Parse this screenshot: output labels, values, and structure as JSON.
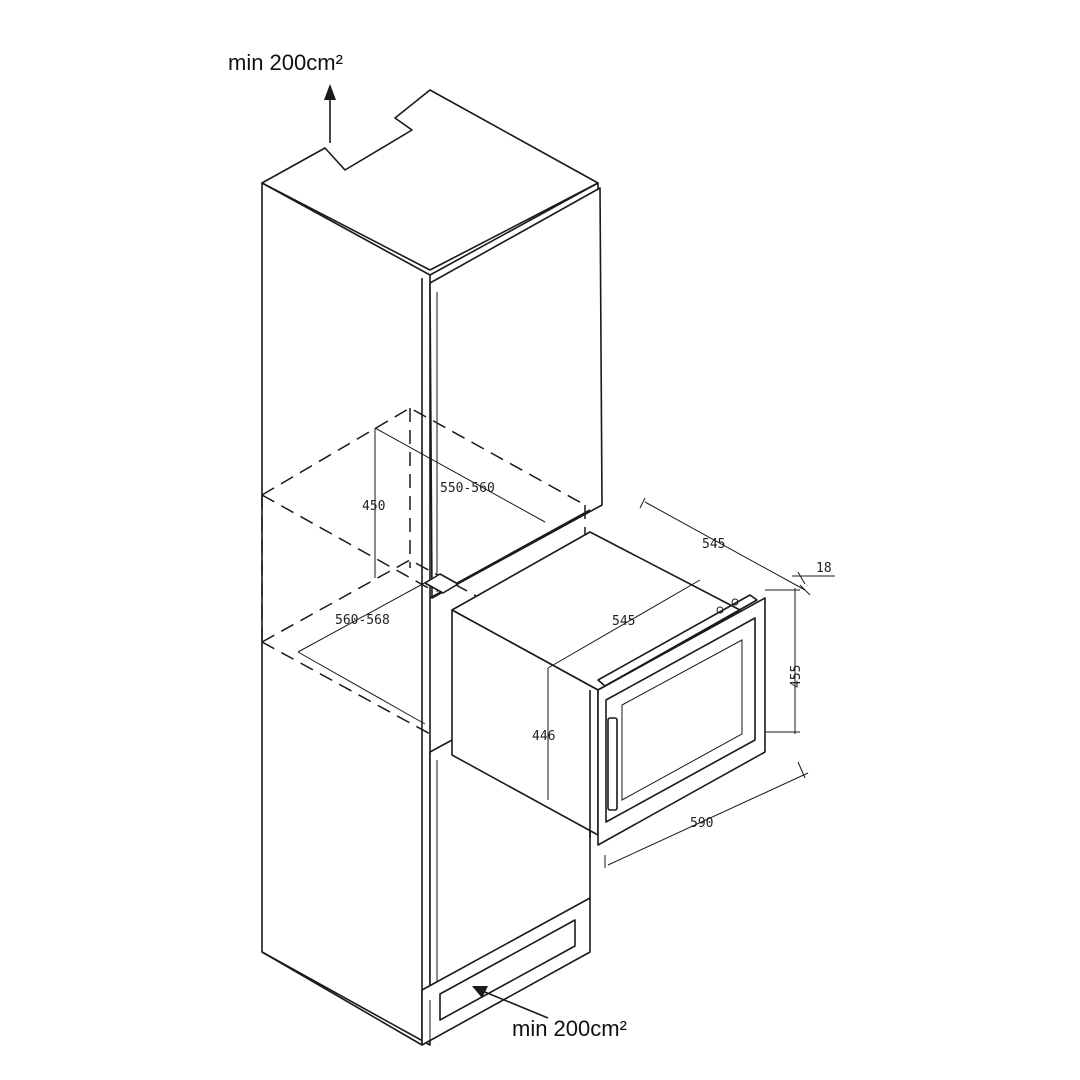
{
  "ventilation": {
    "top_label": "min 200cm²",
    "bottom_label": "min 200cm²"
  },
  "dimensions": {
    "niche_height": "450",
    "niche_width": "550-560",
    "niche_depth": "560-568",
    "unit_depth_top": "545",
    "unit_depth_side": "545",
    "door_thickness": "18",
    "front_height": "455",
    "body_height": "446",
    "front_width": "590"
  },
  "colors": {
    "line": "#1a1a1a",
    "background": "#ffffff"
  }
}
